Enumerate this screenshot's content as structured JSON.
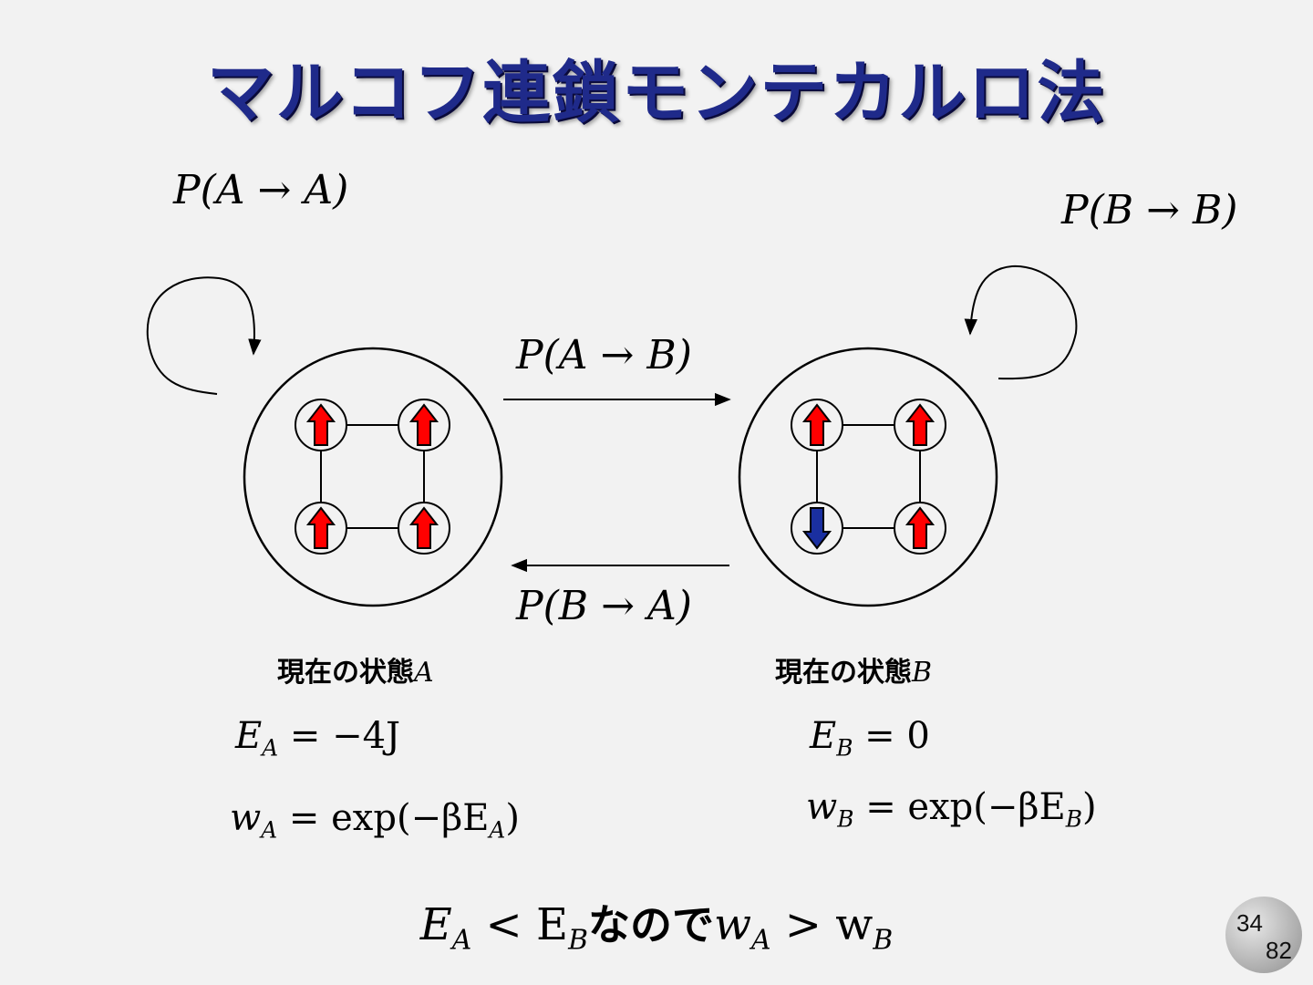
{
  "title": "マルコフ連鎖モンテカルロ法",
  "transitions": {
    "self_a": "P(A → A)",
    "self_b": "P(B → B)",
    "a_to_b": "P(A → B)",
    "b_to_a": "P(B → A)"
  },
  "states": {
    "a": {
      "label_jp": "現在の状態",
      "label_var": "A",
      "spins": [
        "up",
        "up",
        "up",
        "up"
      ],
      "energy_lhs": "E",
      "energy_sub": "A",
      "energy_rhs": "= −4J",
      "weight_lhs": "w",
      "weight_sub": "A",
      "weight_mid": "= exp(−βE",
      "weight_tail": ")"
    },
    "b": {
      "label_jp": "現在の状態",
      "label_var": "B",
      "spins": [
        "up",
        "up",
        "down",
        "up"
      ],
      "energy_lhs": "E",
      "energy_sub": "B",
      "energy_rhs": "= 0",
      "weight_lhs": "w",
      "weight_sub": "B",
      "weight_mid": "= exp(−βE",
      "weight_tail": ")"
    }
  },
  "conclusion": {
    "e": "E",
    "sub_a": "A",
    "lt": " < E",
    "sub_b": "B",
    "jp": "なので",
    "w": "w",
    "sub_wa": "A",
    "gt": " > w",
    "sub_wb": "B"
  },
  "page": {
    "current": "34",
    "total": "82"
  },
  "colors": {
    "spin_up": "#ff0000",
    "spin_down": "#1a2fa0",
    "title": "#1f2a8a"
  }
}
